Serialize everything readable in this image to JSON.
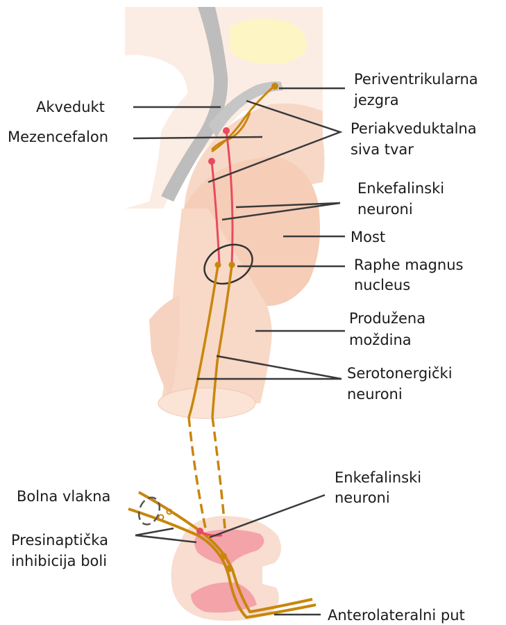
{
  "labels": {
    "akvedukt": "Akvedukt",
    "mezencefalon": "Mezencefalon",
    "periventrikularna_1": "Periventrikularna",
    "periventrikularna_2": "jezgra",
    "periakveduktalna_1": "Periakveduktalna",
    "periakveduktalna_2": "siva tvar",
    "enkefalinski_top_1": "Enkefalinski",
    "enkefalinski_top_2": "neuroni",
    "most": "Most",
    "raphe_1": "Raphe magnus",
    "raphe_2": "nucleus",
    "produzena_1": "Produžena",
    "produzena_2": "moždina",
    "serotonergicki_1": "Serotonergički",
    "serotonergicki_2": "neuroni",
    "enkefalinski_bottom_1": "Enkefalinski",
    "enkefalinski_bottom_2": "neuroni",
    "bolna_vlakna": "Bolna vlakna",
    "presinapticka_1": "Presinaptička",
    "presinapticka_2": "inhibicija boli",
    "anterolateralni": "Anterolateralni put"
  },
  "colors": {
    "tissue_light": "#fbe9dd",
    "tissue_mid": "#f8d4c0",
    "tissue_dark": "#f4c3ac",
    "aqueduct_gray": "#b9b9b9",
    "serotonergic_gold": "#c8860d",
    "enkephalin_red": "#e84a5f",
    "spinal_gray_matter": "#f4a0a8",
    "cortex_yellow": "#fdf6c4",
    "leader_line": "#3a3a3a"
  }
}
